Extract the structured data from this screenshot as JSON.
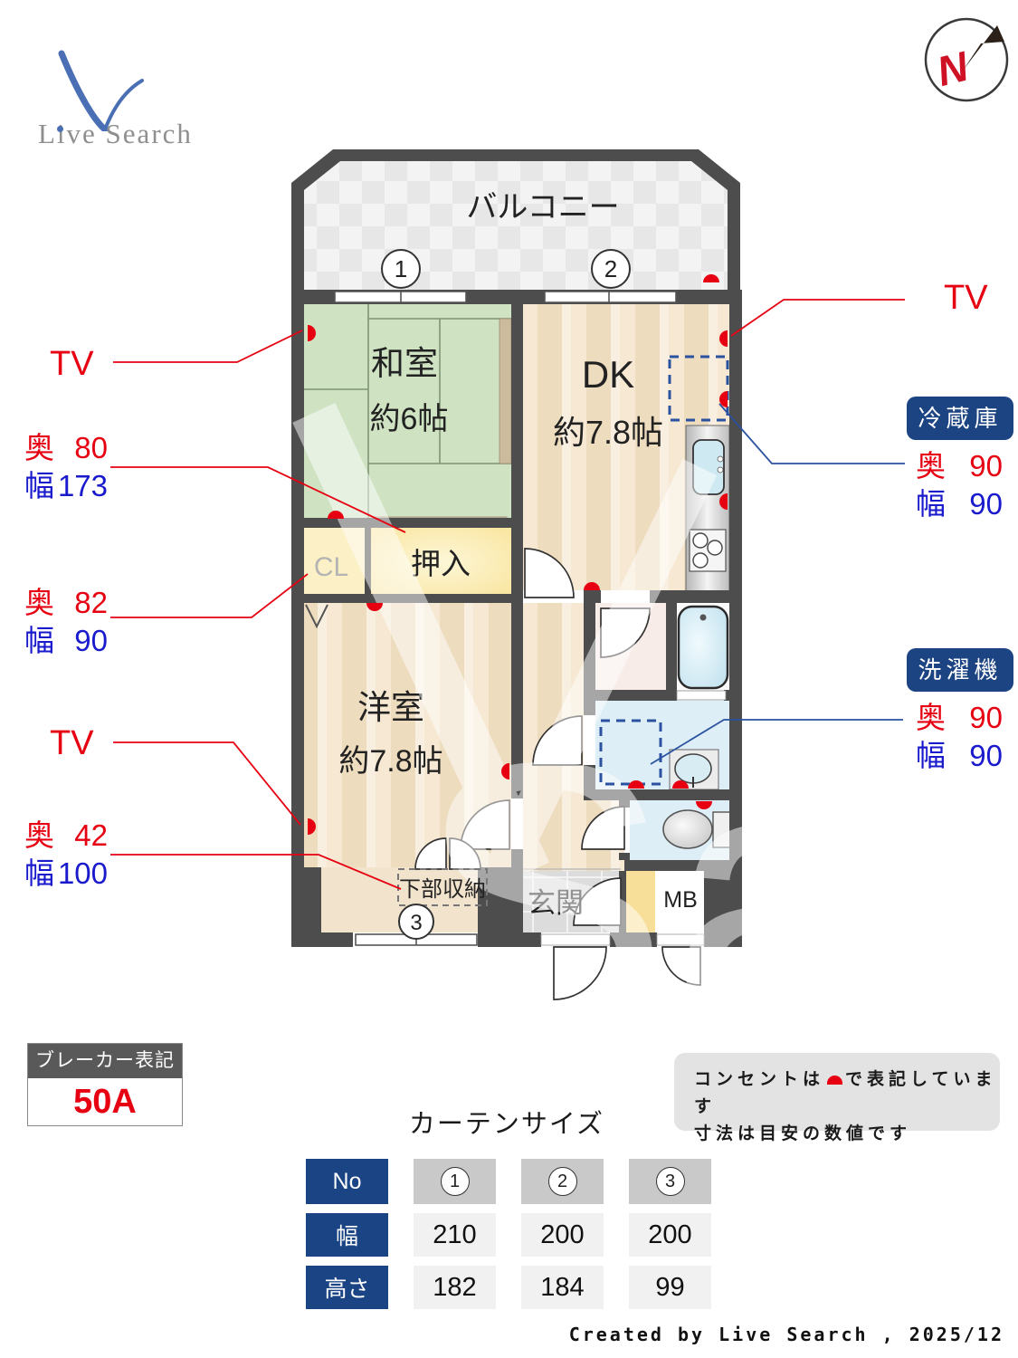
{
  "logo": {
    "brand": "Live Search"
  },
  "compass": {
    "north": "N"
  },
  "plan": {
    "balcony": "バルコニー",
    "rooms": {
      "washitsu_name": "和室",
      "washitsu_size": "約6帖",
      "dk_name": "DK",
      "dk_size": "約7.8帖",
      "yoshitsu_name": "洋室",
      "yoshitsu_size": "約7.8帖",
      "oshiire": "押入",
      "cl": "CL",
      "genkan": "玄関",
      "mb": "MB",
      "lower_storage": "下部収納"
    },
    "curtain_markers": {
      "m1": "1",
      "m2": "2",
      "m3": "3"
    }
  },
  "annotations": {
    "tv_left_top": "TV",
    "tv_left_bottom": "TV",
    "tv_right": "TV",
    "left1": {
      "oku_label": "奥",
      "oku_value": "80",
      "haba_label": "幅",
      "haba_value": "173"
    },
    "left2": {
      "oku_label": "奥",
      "oku_value": "82",
      "haba_label": "幅",
      "haba_value": "90"
    },
    "left3": {
      "oku_label": "奥",
      "oku_value": "42",
      "haba_label": "幅",
      "haba_value": "100"
    },
    "fridge": {
      "title": "冷蔵庫",
      "oku_label": "奥",
      "oku_value": "90",
      "haba_label": "幅",
      "haba_value": "90"
    },
    "washer": {
      "title": "洗濯機",
      "oku_label": "奥",
      "oku_value": "90",
      "haba_label": "幅",
      "haba_value": "90"
    }
  },
  "breaker": {
    "title": "ブレーカー表記",
    "value": "50A"
  },
  "notes": {
    "line1_prefix": "コンセントは",
    "line1_suffix": "で表記しています",
    "line2": "寸法は目安の数値です"
  },
  "curtain_table": {
    "title": "カーテンサイズ",
    "row_headers": [
      "No",
      "幅",
      "高さ"
    ],
    "columns": [
      "1",
      "2",
      "3"
    ],
    "width_values": [
      "210",
      "200",
      "200"
    ],
    "height_values": [
      "182",
      "184",
      "99"
    ]
  },
  "credit": "Created by Live Search , 2025/12"
}
